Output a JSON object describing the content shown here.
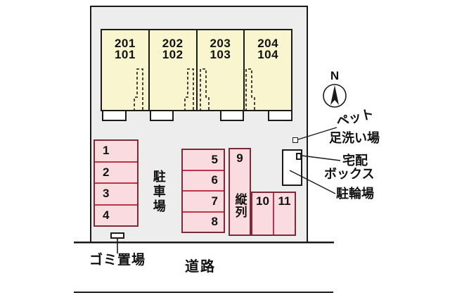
{
  "building": {
    "fill_color": "#F9F5CE",
    "units": [
      {
        "upper": "201",
        "lower": "101"
      },
      {
        "upper": "202",
        "lower": "102"
      },
      {
        "upper": "203",
        "lower": "103"
      },
      {
        "upper": "204",
        "lower": "104"
      }
    ]
  },
  "parking": {
    "fill_color": "#FADBE0",
    "border_color": "#7E2A36",
    "divider_color": "#C0344A",
    "label_vertical": "駐車場",
    "column_left": [
      "1",
      "2",
      "3",
      "4"
    ],
    "column_middle": [
      "5",
      "6",
      "7",
      "8"
    ],
    "tandem_space": {
      "number": "9",
      "label_vertical": "縦列"
    },
    "row_bottom": [
      "10",
      "11"
    ]
  },
  "compass": {
    "label": "N"
  },
  "annotations": {
    "pet_wash_line1": "ペット",
    "pet_wash_line2": "足洗い場",
    "delivery_line1": "宅配",
    "delivery_line2": "ボックス",
    "bicycle_parking": "駐輪場",
    "garbage_area": "ゴミ置場",
    "road": "道路"
  },
  "icons": {
    "pet_wash_box": "small-square-marker",
    "delivery_box": "small-square-marker",
    "garbage_box": "small-rect-marker",
    "compass_needle": "north-arrow"
  }
}
